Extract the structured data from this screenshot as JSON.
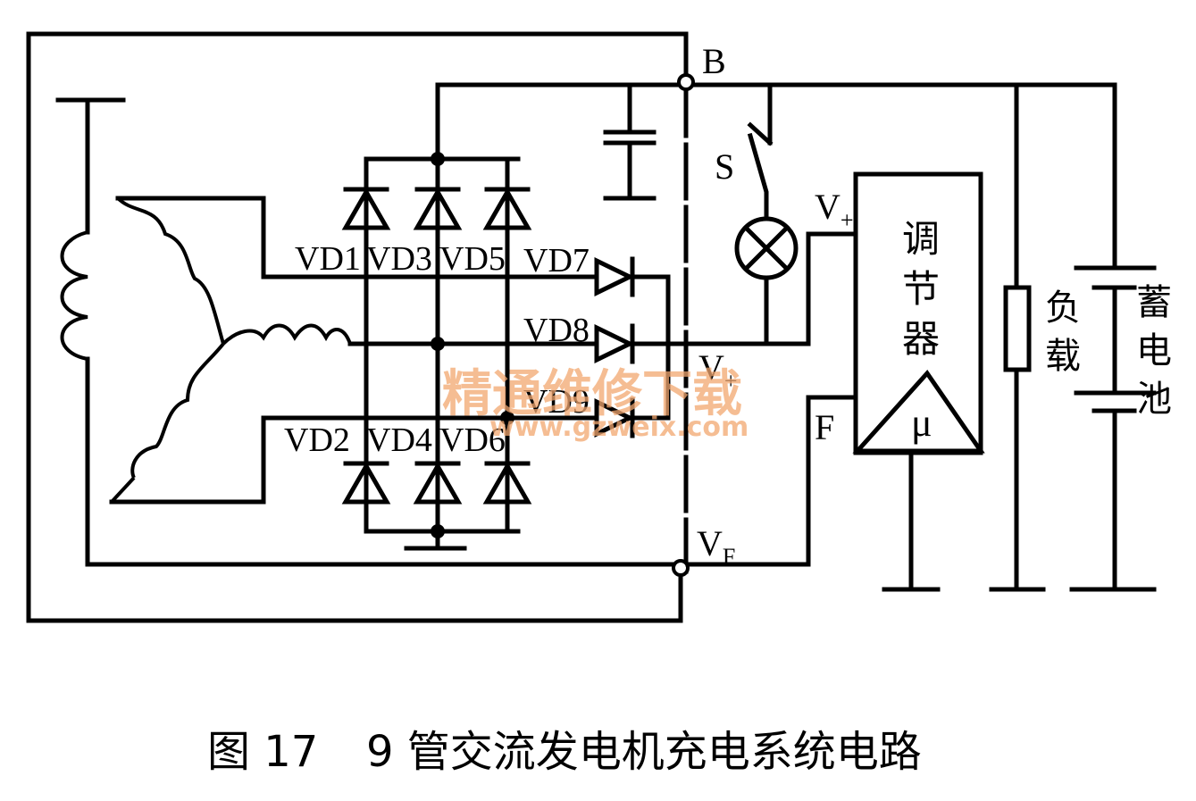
{
  "caption": {
    "figure_label": "图 17",
    "title": "9 管交流发电机充电系统电路"
  },
  "terminals": {
    "b": "B",
    "v_plus_main": "V",
    "v_plus_main_sub": "+",
    "v_plus_inner": "V",
    "v_plus_inner_sub": "+",
    "vf": "V",
    "vf_sub": "F",
    "f": "F",
    "switch": "S"
  },
  "diodes": {
    "vd1": "VD1",
    "vd3": "VD3",
    "vd5": "VD5",
    "vd7": "VD7",
    "vd8": "VD8",
    "vd9": "VD9",
    "vd2": "VD2",
    "vd4": "VD4",
    "vd6": "VD6"
  },
  "regulator": {
    "line1": "调",
    "line2": "节",
    "line3": "器",
    "symbol": "μ"
  },
  "load": {
    "line1": "负",
    "line2": "载"
  },
  "battery": {
    "line1": "蓄",
    "line2": "电",
    "line3": "池"
  },
  "watermark": {
    "cn": "精通维修下载",
    "url": "www.gzweix.com"
  }
}
